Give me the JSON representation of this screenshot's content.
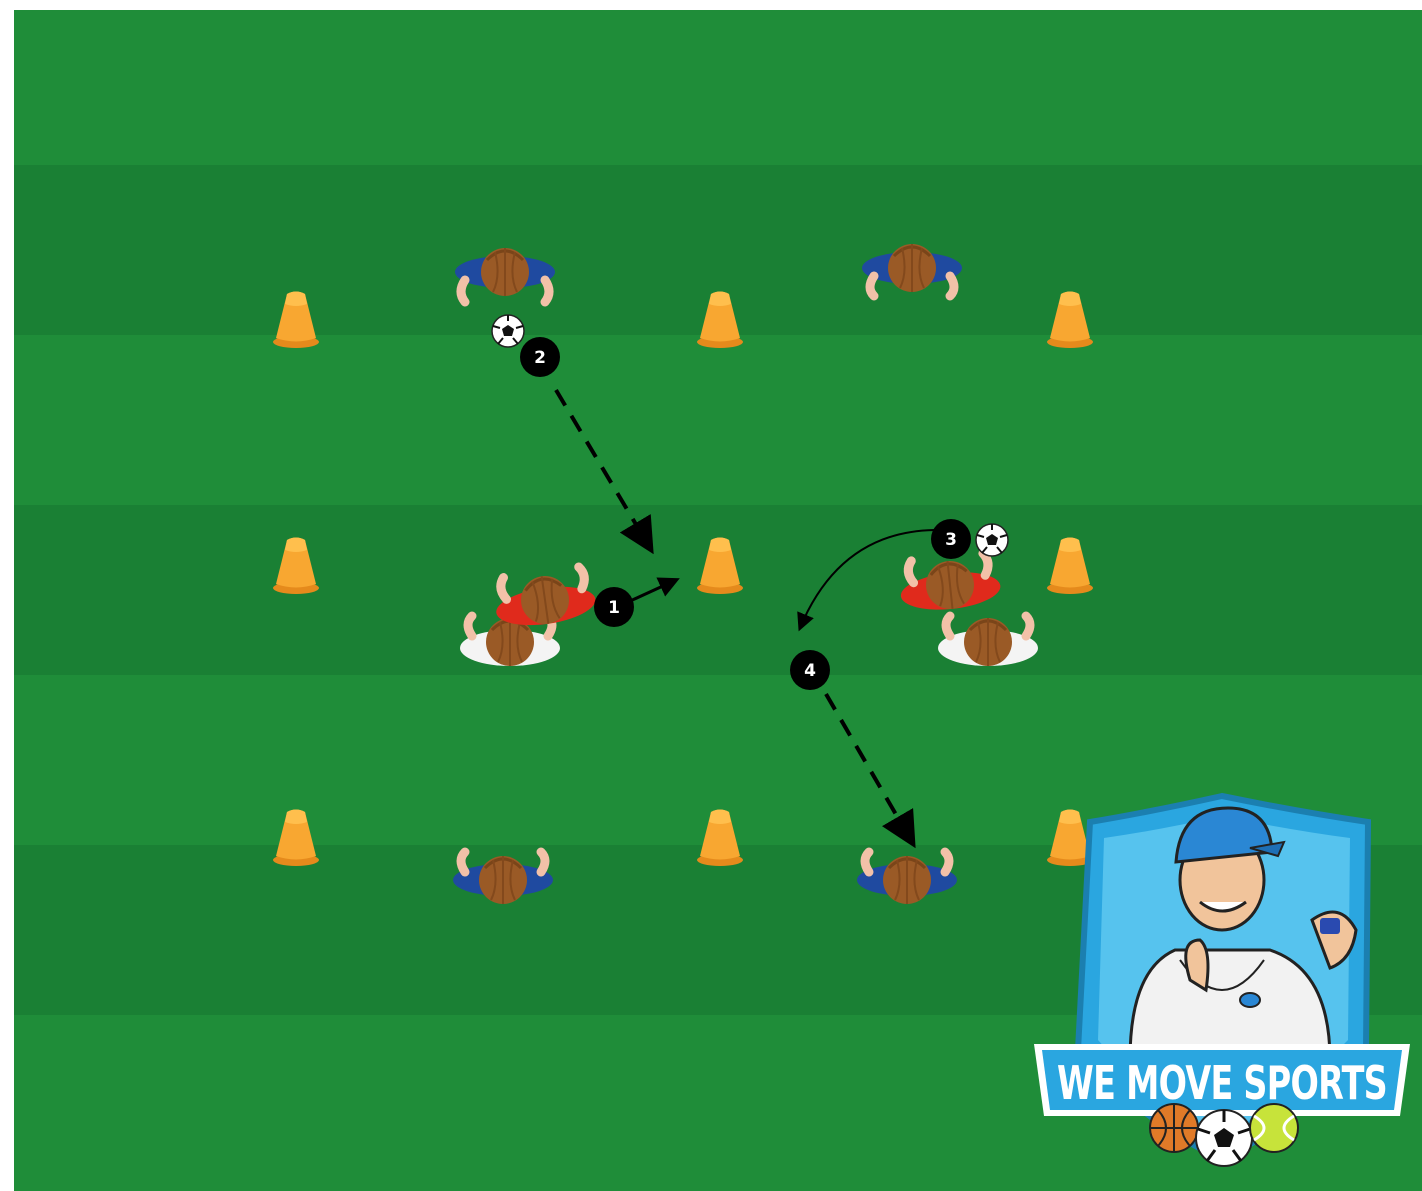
{
  "pitch": {
    "stripe_colors": [
      "#1f8d39",
      "#1a8034"
    ],
    "cone_color": "#f8a731"
  },
  "players": {
    "blue_team_color": "#1f4aa0",
    "red_team_color": "#e02a1c",
    "white_team_color": "#f4f4f4"
  },
  "steps": [
    {
      "label": "1",
      "action": "pass"
    },
    {
      "label": "2",
      "action": "run"
    },
    {
      "label": "3",
      "action": "pass"
    },
    {
      "label": "4",
      "action": "run"
    }
  ],
  "legend_icons": [
    "cone-icon",
    "ball-icon",
    "player-icon"
  ],
  "logo": {
    "text": "WE MOVE SPORTS",
    "shield_color": "#2aa6e0",
    "ball_icons": [
      "basketball-icon",
      "soccer-ball-icon",
      "tennis-ball-icon"
    ]
  }
}
